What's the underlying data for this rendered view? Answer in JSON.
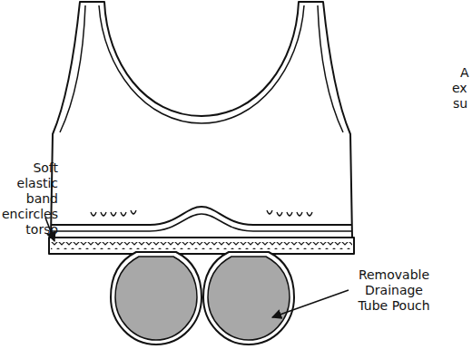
{
  "diagram": {
    "labels": [
      "A",
      "ex",
      "su",
      "Soft elastic band encircles torso",
      "Removable Drainage Tube Pouch"
    ]
  }
}
